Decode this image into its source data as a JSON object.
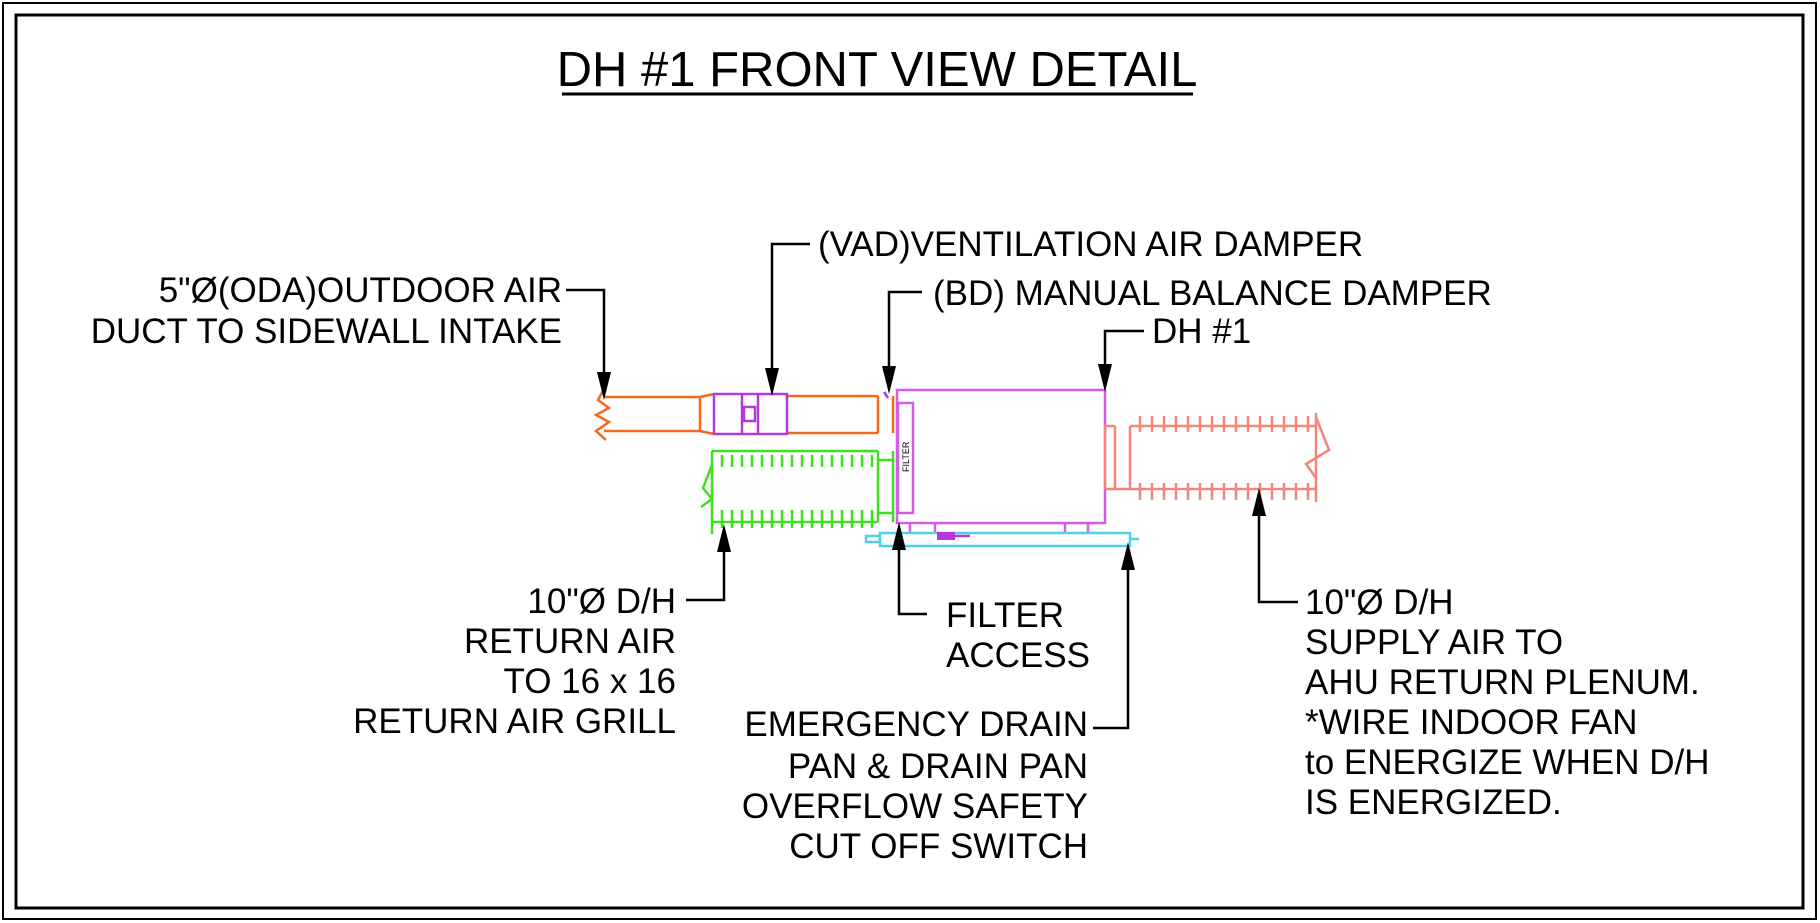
{
  "title": "DH #1 FRONT VIEW DETAIL",
  "callouts": {
    "outdoor_air": [
      "5\"Ø(ODA)OUTDOOR AIR",
      "DUCT TO SIDEWALL INTAKE"
    ],
    "vad": "(VAD)VENTILATION AIR DAMPER",
    "bd": "(BD) MANUAL BALANCE DAMPER",
    "dh": "DH #1",
    "return_air": [
      "10\"Ø D/H",
      "RETURN AIR",
      "TO 16 x 16",
      "RETURN AIR GRILL"
    ],
    "filter_access": [
      "FILTER",
      "ACCESS"
    ],
    "drain_pan": [
      "EMERGENCY DRAIN",
      "PAN & DRAIN PAN",
      "OVERFLOW SAFETY",
      "CUT OFF SWITCH"
    ],
    "supply_air": [
      "10\"Ø D/H",
      "SUPPLY AIR TO",
      "AHU RETURN PLENUM.",
      "*WIRE INDOOR FAN",
      "to ENERGIZE WHEN D/H",
      "IS ENERGIZED."
    ]
  },
  "unit_label": "FILTER",
  "colors": {
    "outdoor_air_duct": "#f26a1b",
    "ventilation_damper": "#b23ad9",
    "dehumidifier": "#d65ce6",
    "return_duct": "#3fe01f",
    "supply_duct": "#f5857c",
    "drain_pan": "#4fd1ea",
    "leaders": "#000000"
  }
}
